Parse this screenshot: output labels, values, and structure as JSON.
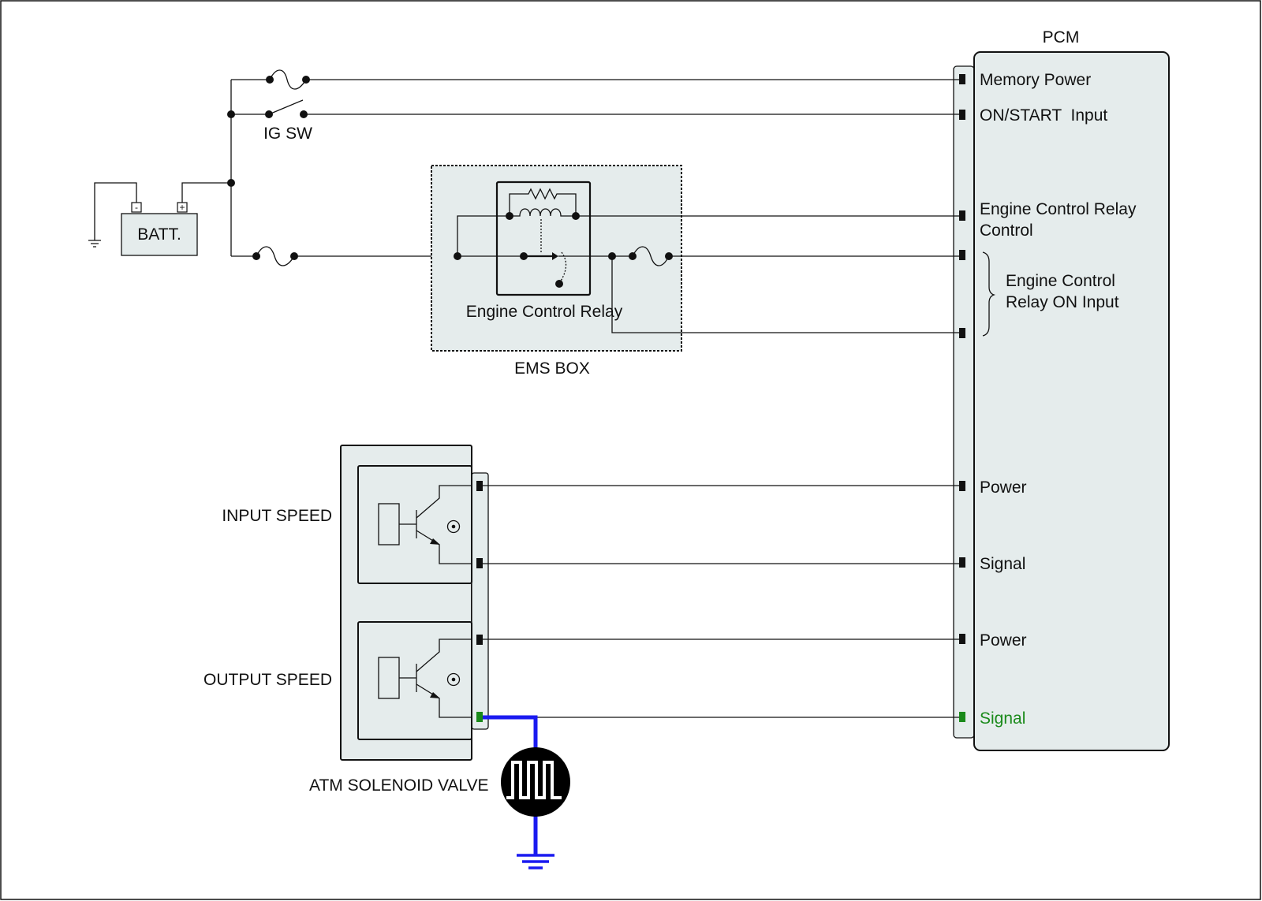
{
  "pcm": {
    "title": "PCM",
    "pins": {
      "memory_power": "Memory Power",
      "on_start_input": "ON/START  Input",
      "ecr_control_1": "Engine Control Relay",
      "ecr_control_2": "Control",
      "ecr_on_input_1": "Engine Control",
      "ecr_on_input_2": "Relay ON Input",
      "input_power": "Power",
      "input_signal": "Signal",
      "output_power": "Power",
      "output_signal": "Signal"
    }
  },
  "labels": {
    "ig_sw": "IG SW",
    "battery": "BATT.",
    "battery_neg": "-",
    "battery_pos": "+",
    "engine_control_relay": "Engine Control Relay",
    "ems_box": "EMS BOX",
    "input_speed": "INPUT SPEED",
    "output_speed": "OUTPUT SPEED",
    "atm_solenoid_valve": "ATM SOLENOID VALVE"
  },
  "colors": {
    "highlight_wire": "#1a1af0",
    "highlight_signal": "#1a8a1a",
    "box_fill": "#e5ecec"
  }
}
